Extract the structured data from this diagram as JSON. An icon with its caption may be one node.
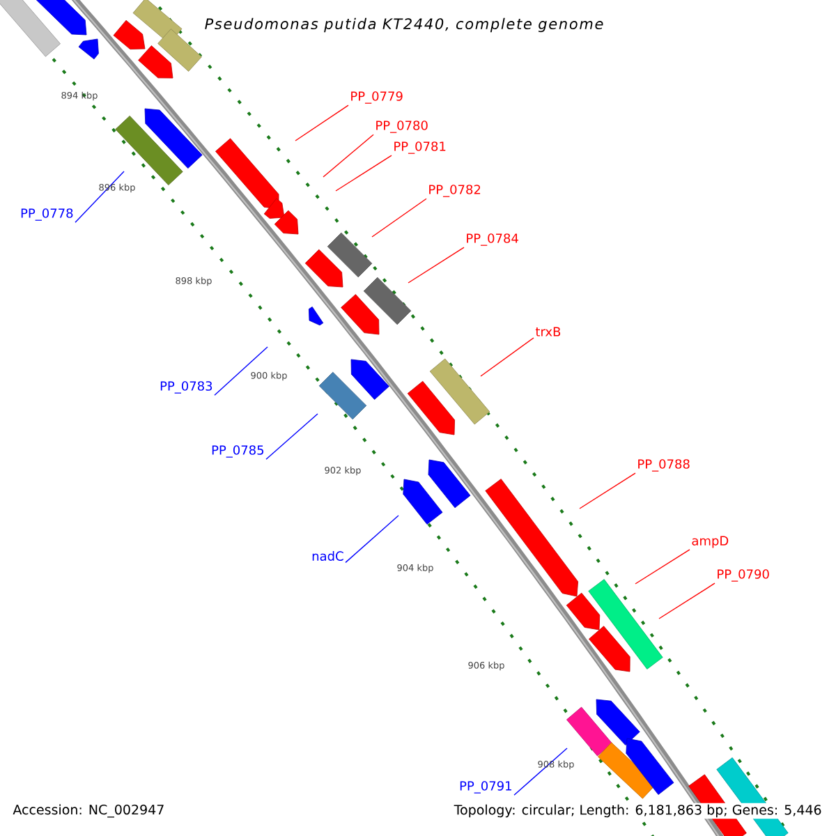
{
  "diagram": {
    "title": "Pseudomonas putida KT2440, complete genome",
    "nodes": [
      {
        "text": [
          "PP_0779"
        ]
      },
      {
        "text": [
          "PP_0780"
        ]
      },
      {
        "text": [
          "PP_0781"
        ]
      },
      {
        "text": [
          "PP_0782"
        ]
      },
      {
        "text": [
          "PP_0778"
        ]
      },
      {
        "text": [
          "PP_0784"
        ]
      },
      {
        "text": [
          "trxB"
        ]
      },
      {
        "text": [
          "PP_0783"
        ]
      },
      {
        "text": [
          "PP_0785"
        ]
      },
      {
        "text": [
          "PP_0788"
        ]
      },
      {
        "text": [
          "ampD"
        ]
      },
      {
        "text": [
          "nadC"
        ]
      },
      {
        "text": [
          "PP_0790"
        ]
      },
      {
        "text": [
          "PP_0791"
        ]
      }
    ],
    "edges": [
      {
        "from": 0,
        "to": null,
        "arrow": "none"
      },
      {
        "from": 1,
        "to": null,
        "arrow": "none"
      },
      {
        "from": 2,
        "to": null,
        "arrow": "none"
      },
      {
        "from": 3,
        "to": null,
        "arrow": "none"
      },
      {
        "from": 4,
        "to": null,
        "arrow": "none",
        "color": "#0000ff"
      },
      {
        "from": 5,
        "to": null,
        "arrow": "none"
      },
      {
        "from": 6,
        "to": null,
        "arrow": "none"
      },
      {
        "from": 7,
        "to": null,
        "arrow": "none",
        "color": "#0000ff"
      },
      {
        "from": 8,
        "to": null,
        "arrow": "none",
        "color": "#0000ff"
      },
      {
        "from": 9,
        "to": null,
        "arrow": "none"
      },
      {
        "from": 10,
        "to": null,
        "arrow": "none"
      },
      {
        "from": 11,
        "to": null,
        "arrow": "none",
        "color": "#0000ff"
      },
      {
        "from": 12,
        "to": null,
        "arrow": "none"
      },
      {
        "from": 13,
        "to": null,
        "arrow": "none",
        "color": "#0000ff"
      }
    ],
    "labels": [
      "894 kbp",
      "896 kbp",
      "898 kbp",
      "900 kbp",
      "902 kbp",
      "904 kbp",
      "906 kbp",
      "908 kbp",
      "Accession: NC_002947",
      "Topology: circular; Length: 6,181,863 bp; Genes: 5,446"
    ]
  }
}
